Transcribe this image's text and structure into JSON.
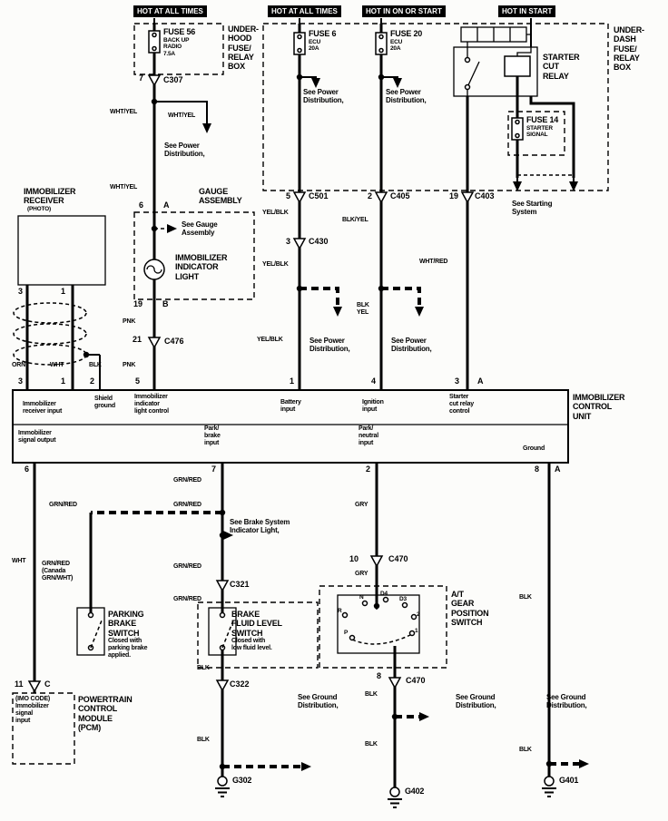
{
  "headers": {
    "h1": "HOT AT ALL TIMES",
    "h2": "HOT AT ALL TIMES",
    "h3": "HOT IN ON OR START",
    "h4": "HOT IN START"
  },
  "fuses": {
    "fuse56_name": "FUSE 56",
    "fuse56_detail": "BACK UP\nRADIO\n7.5A",
    "fuse6_name": "FUSE 6",
    "fuse6_detail": "ECU\n20A",
    "fuse20_name": "FUSE 20",
    "fuse20_detail": "ECU\n20A",
    "fuse14_name": "FUSE 14",
    "fuse14_detail": "STARTER\nSIGNAL"
  },
  "components": {
    "underhood_box": "UNDER-\nHOOD\nFUSE/\nRELAY\nBOX",
    "underdash_box": "UNDER-\nDASH\nFUSE/\nRELAY\nBOX",
    "starter_cut_relay": "STARTER\nCUT\nRELAY",
    "gauge_assembly": "GAUGE\nASSEMBLY",
    "immob_receiver": "IMMOBILIZER\nRECEIVER",
    "immob_receiver_sub": "(PHOTO)",
    "immob_indicator": "IMMOBILIZER\nINDICATOR\nLIGHT",
    "immob_control_unit": "IMMOBILIZER\nCONTROL\nUNIT",
    "parking_brake_switch": "PARKING\nBRAKE\nSWITCH",
    "parking_brake_note": "Closed with\nparking brake\napplied.",
    "brake_fluid_switch": "BRAKE\nFLUID LEVEL\nSWITCH",
    "brake_fluid_note": "Closed with\nlow fluid level.",
    "at_gear_switch": "A/T\nGEAR\nPOSITION\nSWITCH",
    "pcm": "POWERTRAIN\nCONTROL\nMODULE\n(PCM)",
    "imo_code": "(IMO CODE)\nImmobilizer\nsignal\ninput"
  },
  "notes": {
    "see_power": "See Power\nDistribution,",
    "see_starting": "See Starting\nSystem",
    "see_gauge": "See Gauge\nAssembly",
    "see_brake": "See Brake System\nIndicator Light,",
    "see_ground": "See Ground\nDistribution,"
  },
  "control_unit": {
    "receiver_input": "Immobilizer\nreceiver input",
    "shield_ground": "Shield\nground",
    "indicator_control": "Immobilizer\nindicator\nlight control",
    "battery_input": "Battery\ninput",
    "ignition_input": "Ignition\ninput",
    "starter_cut_control": "Starter\ncut relay\ncontrol",
    "signal_output": "Immobilizer\nsignal output",
    "park_brake_input": "Park/\nbrake\ninput",
    "park_neutral_input": "Park/\nneutral\ninput",
    "ground": "Ground"
  },
  "connectors": {
    "c307": "C307",
    "c501": "C501",
    "c405": "C405",
    "c403": "C403",
    "c430": "C430",
    "c476": "C476",
    "c321": "C321",
    "c322": "C322",
    "c470": "C470"
  },
  "pins": {
    "p1": "1",
    "p2": "2",
    "p3": "3",
    "p4": "4",
    "p5": "5",
    "p6": "6",
    "p7": "7",
    "p8": "8",
    "p10": "10",
    "p11": "11",
    "p19": "19",
    "p21": "21",
    "pA": "A",
    "pB": "B",
    "pC": "C"
  },
  "wire_colors": {
    "wht_yel": "WHT/YEL",
    "pnk": "PNK",
    "orn": "ORN",
    "wht": "WHT",
    "blk": "BLK",
    "yel_blk": "YEL/BLK",
    "blk_yel": "BLK/YEL",
    "blk_yel_2line": "BLK\nYEL",
    "wht_red": "WHT/RED",
    "grn_red": "GRN/RED",
    "grn_red_canada": "GRN/RED\n(Canada\nGRN/WHT)",
    "gry": "GRY"
  },
  "gear_positions": {
    "n": "N",
    "d4": "D4",
    "d3": "D3",
    "two": "2",
    "one": "1",
    "r": "R",
    "p": "P"
  },
  "grounds": {
    "g302": "G302",
    "g402": "G402",
    "g401": "G401"
  }
}
